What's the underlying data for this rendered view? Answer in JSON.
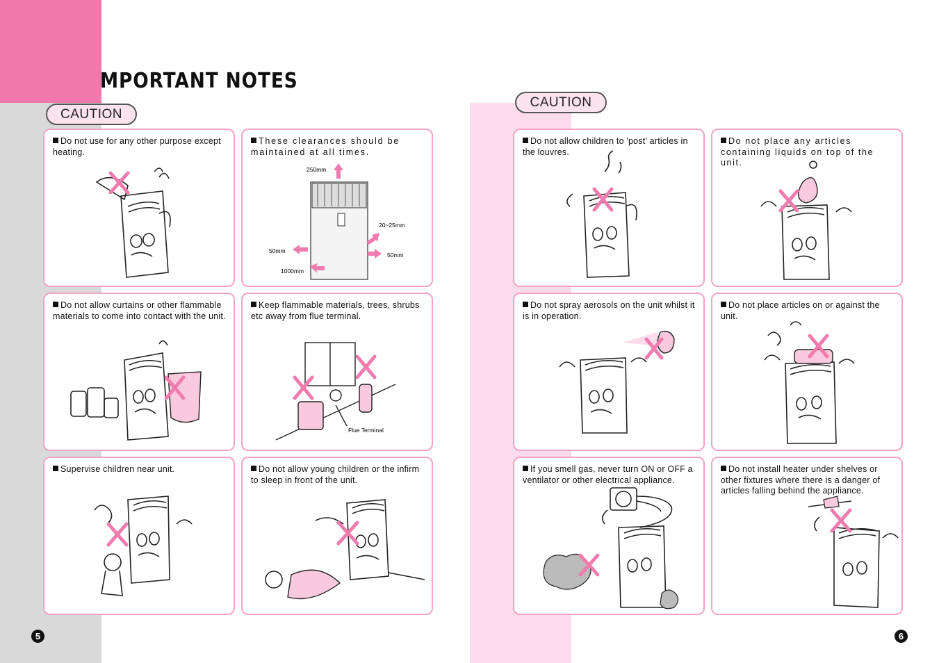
{
  "header": {
    "title_first_letter": "I",
    "title_rest": "MPORTANT  NOTES"
  },
  "left_page": {
    "caution_label": "CAUTION",
    "page_number": "5",
    "notes": [
      "Do not use for any other purpose except heating.",
      "These clearances should be maintained at all times.",
      "Do not allow curtains or other flammable materials to come into contact with the unit.",
      "Keep flammable materials, trees, shrubs etc away from flue terminal.",
      "Supervise children near unit.",
      "Do not allow young children or the infirm to sleep in front of the unit."
    ],
    "clearances": {
      "top": "250mm",
      "side_right_top": "20~25mm",
      "left": "50mm",
      "right": "50mm",
      "front": "1000mm"
    },
    "flue_label": "Flue Terminal"
  },
  "right_page": {
    "caution_label": "CAUTION",
    "page_number": "6",
    "notes": [
      "Do not allow children to 'post' articles in the louvres.",
      "Do not place any articles containing liquids on top of the unit.",
      "Do not spray aerosols on the unit whilst it is in operation.",
      "Do not place articles on or against the unit.",
      "If you smell gas, never turn ON or OFF a ventilator or other electrical appliance.",
      "Do not install heater under shelves or other fixtures where there is a danger of articles falling behind the appliance."
    ]
  },
  "colors": {
    "accent_pink": "#f178ac",
    "panel_border": "#f3a3c6",
    "cross": "#f07cae",
    "gray": "#d9d9d9",
    "light_pink": "#fcdcea"
  }
}
